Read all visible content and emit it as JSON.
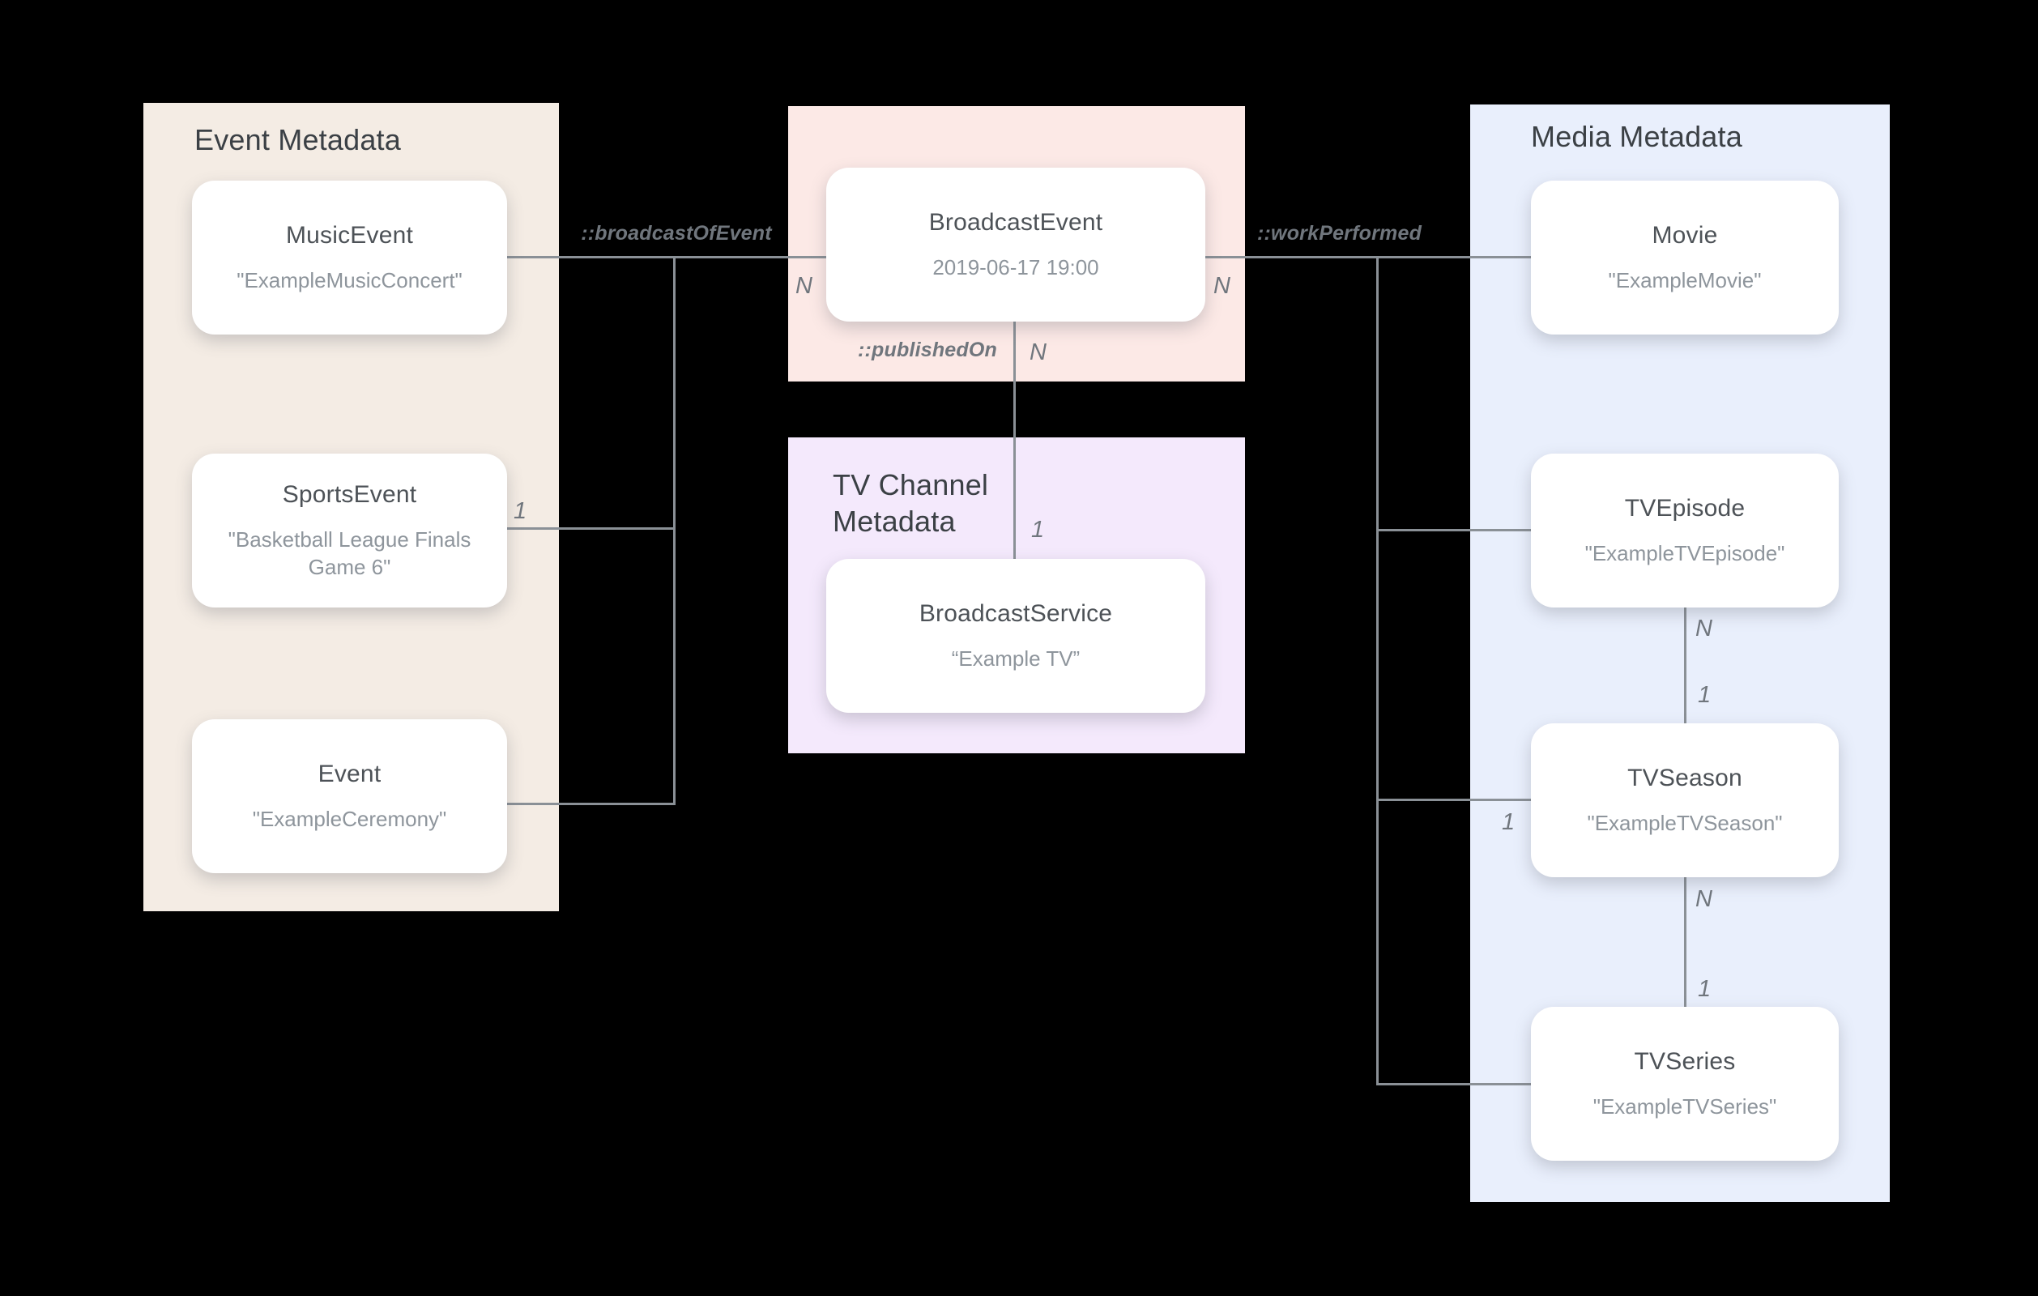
{
  "panels": {
    "event": {
      "title": "Event Metadata"
    },
    "tv_channel": {
      "title": "TV Channel Metadata"
    },
    "media": {
      "title": "Media Metadata"
    }
  },
  "cards": {
    "music_event": {
      "type": "MusicEvent",
      "value": "\"ExampleMusicConcert\""
    },
    "sports_event": {
      "type": "SportsEvent",
      "value": "\"Basketball League Finals Game 6\""
    },
    "event": {
      "type": "Event",
      "value": "\"ExampleCeremony\""
    },
    "broadcast_event": {
      "type": "BroadcastEvent",
      "value": "2019-06-17 19:00"
    },
    "broadcast_service": {
      "type": "BroadcastService",
      "value": "“Example TV”"
    },
    "movie": {
      "type": "Movie",
      "value": "\"ExampleMovie\""
    },
    "tv_episode": {
      "type": "TVEpisode",
      "value": "\"ExampleTVEpisode\""
    },
    "tv_season": {
      "type": "TVSeason",
      "value": "\"ExampleTVSeason\""
    },
    "tv_series": {
      "type": "TVSeries",
      "value": "\"ExampleTVSeries\""
    }
  },
  "relations": {
    "broadcast_of_event": "::broadcastOfEvent",
    "published_on": "::publishedOn",
    "work_performed": "::workPerformed"
  },
  "multiplicities": {
    "broadcast_of_event_n": "N",
    "sports_event_1": "1",
    "published_on_n": "N",
    "published_on_1": "1",
    "work_performed_n": "N",
    "tv_season_branch_1": "1",
    "episode_season_n": "N",
    "episode_season_1": "1",
    "season_series_n": "N",
    "season_series_1": "1"
  },
  "colors": {
    "background": "#000000",
    "event_panel": "#f4ece4",
    "broadcast_panel": "#fce9e6",
    "tv_channel_panel": "#f4e9fc",
    "media_panel": "#e9effc",
    "card_background": "#ffffff",
    "connector_line": "#8a9096",
    "panel_title_text": "#3b4045",
    "card_type_text": "#4d5257",
    "card_value_text": "#8e959c",
    "label_text": "#70767d"
  }
}
